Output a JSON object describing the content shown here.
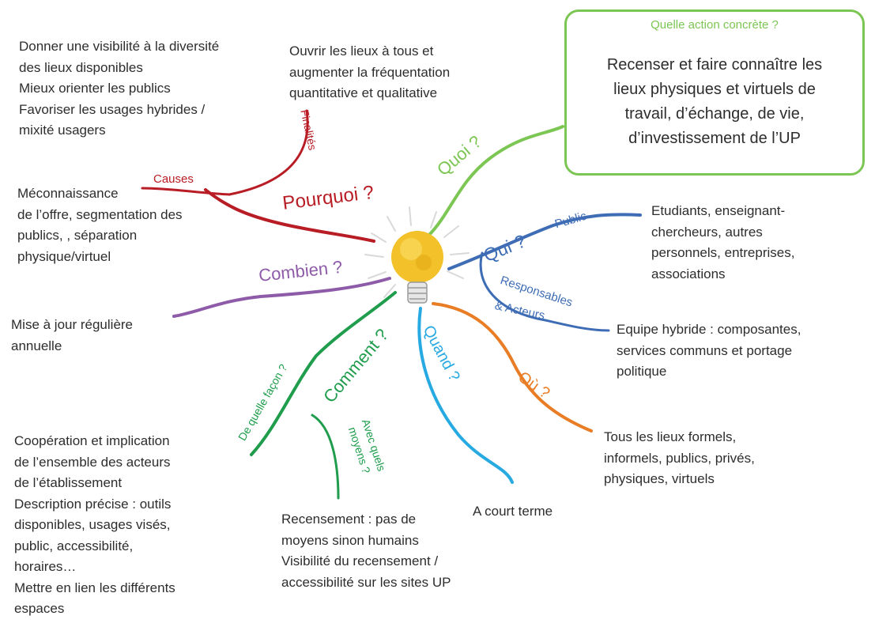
{
  "center": {
    "icon": "lightbulb-icon",
    "color": "#f3c22a"
  },
  "colors": {
    "pourquoi": "#b81c24",
    "quoi": "#7cc653",
    "qui": "#3f6db5",
    "combien": "#8d5ba8",
    "comment": "#1f9d4c",
    "quand": "#27a9e1",
    "ou": "#e97d25"
  },
  "quoi": {
    "label": "Quoi ?",
    "box_title": "Quelle action concrète ?",
    "box_lines": [
      "Recenser et faire connaître les",
      "lieux physiques et virtuels de",
      "travail, d’échange, de vie,",
      "d’investissement de l’UP"
    ]
  },
  "pourquoi": {
    "label": "Pourquoi ?",
    "finalites_label": "Finalités",
    "causes_label": "Causes",
    "finalites_text_a": [
      "Donner une visibilité à la diversité",
      "des lieux disponibles",
      "Mieux orienter les publics",
      "Favoriser les usages hybrides /",
      "mixité  usagers"
    ],
    "finalites_text_b": [
      "Ouvrir les lieux à tous et",
      "augmenter la fréquentation",
      "quantitative et qualitative"
    ],
    "causes_text": [
      "Méconnaissance",
      "de l’offre, segmentation des",
      "publics, , séparation",
      "physique/virtuel"
    ]
  },
  "qui": {
    "label": "Qui ?",
    "public_label": "Public",
    "resp_label_1": "Responsables",
    "resp_label_2": "& Acteurs",
    "public_text": [
      "Etudiants, enseignant-",
      "chercheurs, autres",
      "personnels, entreprises,",
      "associations"
    ],
    "resp_text": [
      "Equipe hybride : composantes,",
      "services communs et portage",
      "politique"
    ]
  },
  "combien": {
    "label": "Combien ?",
    "text": [
      "Mise à jour régulière",
      "annuelle"
    ]
  },
  "comment": {
    "label": "Comment ?",
    "facon_label": "De quelle façon ?",
    "moyens_label_1": "Avec quels",
    "moyens_label_2": "moyens ?",
    "facon_text": [
      "Coopération  et implication",
      "de l’ensemble des acteurs",
      "de l’établissement",
      "Description précise : outils",
      "disponibles, usages visés,",
      "public, accessibilité,",
      "horaires…",
      "Mettre en lien les différents",
      "espaces"
    ],
    "moyens_text": [
      "Recensement  : pas de",
      "moyens sinon humains",
      "Visibilité du recensement /",
      "accessibilité sur les sites UP"
    ]
  },
  "quand": {
    "label": "Quand ?",
    "text": [
      "A court terme"
    ]
  },
  "ou": {
    "label": "Où ?",
    "text": [
      "Tous les lieux formels,",
      "informels, publics, privés,",
      "physiques, virtuels"
    ]
  }
}
